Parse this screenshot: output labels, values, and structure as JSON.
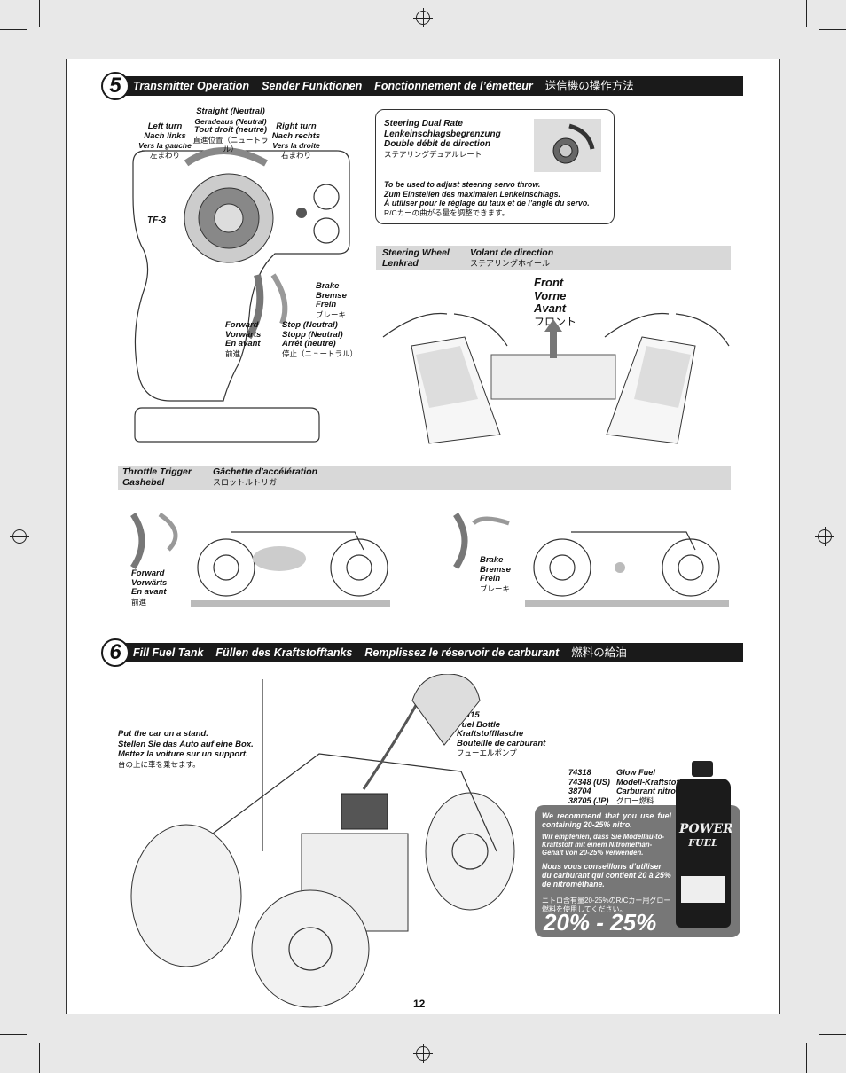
{
  "page_number": "12",
  "section5": {
    "number": "5",
    "titles": [
      "Transmitter Operation",
      "Sender Funktionen",
      "Fonctionnement de l’émetteur",
      "送信機の操作方法"
    ],
    "transmitter": {
      "left_turn": [
        "Left turn",
        "Nach links",
        "Vers la gauche",
        "左まわり"
      ],
      "straight": [
        "Straight (Neutral)",
        "Geradeaus (Neutral)",
        "Tout droit (neutre)",
        "直進位置（ニュートラル）"
      ],
      "right_turn": [
        "Right turn",
        "Nach rechts",
        "Vers la droite",
        "右まわり"
      ],
      "brake": [
        "Brake",
        "Bremse",
        "Frein",
        "ブレーキ"
      ],
      "forward": [
        "Forward",
        "Vorwärts",
        "En avant",
        "前進"
      ],
      "stop": [
        "Stop (Neutral)",
        "Stopp (Neutral)",
        "Arrêt (neutre)",
        "停止（ニュートラル）"
      ],
      "brand": "TF-3"
    },
    "dual_rate": {
      "title": [
        "Steering Dual Rate",
        "Lenkeinschlagsbegrenzung",
        "Double débit de direction",
        "ステアリングデュアルレート"
      ],
      "text": [
        "To be used to adjust steering servo throw.",
        "Zum Einstellen des maximalen Lenkeinschlags.",
        "À utiliser pour le réglage du taux et de l’angle du servo.",
        "R/Cカーの曲がる量を調整できます。"
      ]
    },
    "steering_wheel": {
      "en_de": [
        "Steering Wheel",
        "Lenkrad"
      ],
      "fr": "Volant de direction",
      "jp": "ステアリングホイール",
      "front": [
        "Front",
        "Vorne",
        "Avant",
        "フロント"
      ]
    },
    "throttle": {
      "en_de": [
        "Throttle Trigger",
        "Gashebel"
      ],
      "fr": "Gâchette d'accélération",
      "jp": "スロットルトリガー",
      "forward": [
        "Forward",
        "Vorwärts",
        "En avant",
        "前進"
      ],
      "brake": [
        "Brake",
        "Bremse",
        "Frein",
        "ブレーキ"
      ]
    }
  },
  "section6": {
    "number": "6",
    "titles": [
      "Fill Fuel Tank",
      "Füllen des Kraftstofftanks",
      "Remplissez le réservoir de carburant",
      "燃料の給油"
    ],
    "stand": [
      "Put the car on a stand.",
      "Stellen Sie das Auto auf eine Box.",
      "Mettez la voiture sur un support.",
      "台の上に車を乗せます。"
    ],
    "fuel_bottle": [
      "74115",
      "Fuel Bottle",
      "Kraftstoffflasche",
      "Bouteille de carburant",
      "フューエルポンプ"
    ],
    "glow_fuel": {
      "codes": [
        "74318",
        "74348 (US)",
        "38704",
        "38705 (JP)"
      ],
      "names": [
        "Glow Fuel",
        "Modell-Kraftstoff",
        "Carburant nitro",
        "グロー燃料"
      ]
    },
    "recommend": [
      "We recommend that you use fuel containing 20-25% nitro.",
      "Wir empfehlen, dass Sie Modellau-to-Kraftstoff mit einem Nitromethan-Gehalt von 20-25% verwenden.",
      "Nous vous conseillons d’utiliser du carburant qui contient 20 à 25% de nitrométhane.",
      "ニトロ含有量20-25%のR/Cカー用グロー燃料を使用してください。"
    ],
    "percent": "20% - 25%",
    "can_label": [
      "POWER",
      "FUEL"
    ]
  }
}
